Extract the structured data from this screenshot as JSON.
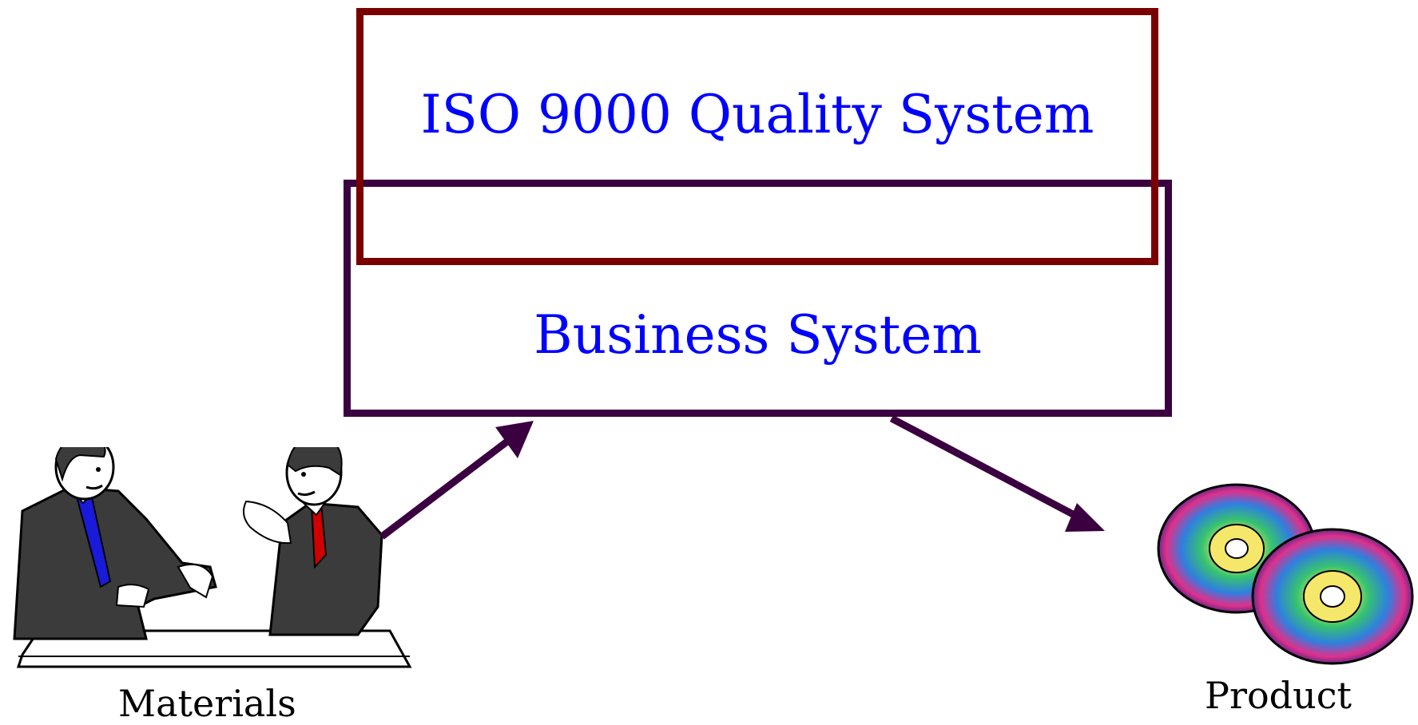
{
  "diagram": {
    "iso_box": {
      "title": "ISO 9000 Quality System",
      "border_color": "#7a0000"
    },
    "business_box": {
      "title": "Business System",
      "border_color": "#3a0040"
    },
    "title_color": "#0000ff",
    "arrow_color": "#3a0040",
    "input": {
      "label": "Materials",
      "image": "two-businessmen-meeting-clipart"
    },
    "output": {
      "label": "Product",
      "image": "compact-discs-clipart"
    }
  }
}
